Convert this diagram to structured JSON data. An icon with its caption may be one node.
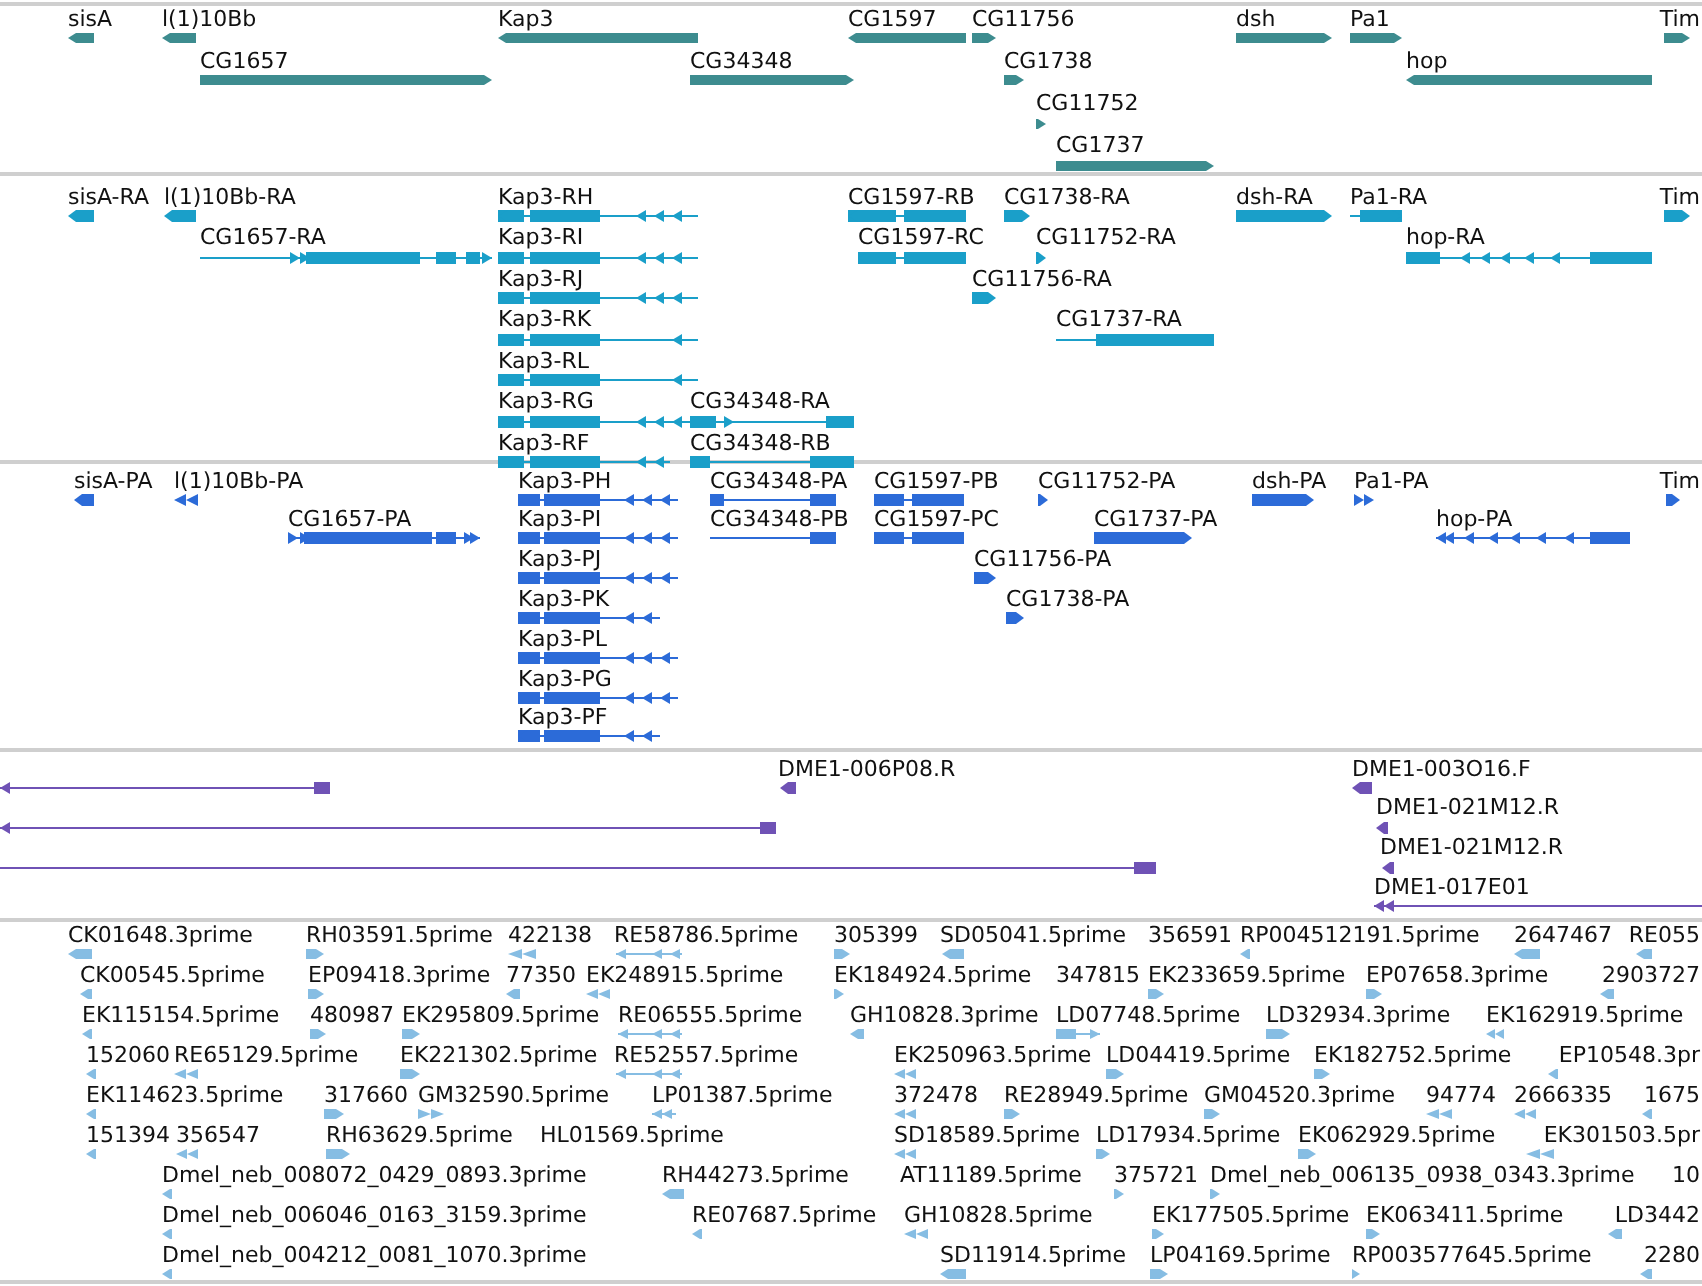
{
  "diagram": {
    "labels": [
      "sisA",
      "l(1)10Bb",
      "Kap3",
      "CG1597",
      "CG11756",
      "dsh",
      "Pa1",
      "Tim",
      "CG1657",
      "CG34348",
      "CG1738",
      "hop",
      "CG11752",
      "CG1737",
      "sisA-RA",
      "l(1)10Bb-RA",
      "Kap3-RH",
      "CG1597-RB",
      "CG1738-RA",
      "dsh-RA",
      "Pa1-RA",
      "Tim",
      "CG1657-RA",
      "Kap3-RI",
      "CG1597-RC",
      "CG11752-RA",
      "hop-RA",
      "Kap3-RJ",
      "CG11756-RA",
      "Kap3-RK",
      "CG1737-RA",
      "Kap3-RL",
      "Kap3-RG",
      "CG34348-RA",
      "Kap3-RF",
      "CG34348-RB",
      "sisA-PA",
      "l(1)10Bb-PA",
      "Kap3-PH",
      "CG34348-PA",
      "CG1597-PB",
      "CG11752-PA",
      "dsh-PA",
      "Pa1-PA",
      "Tim",
      "CG1657-PA",
      "Kap3-PI",
      "CG34348-PB",
      "CG1597-PC",
      "CG1737-PA",
      "hop-PA",
      "Kap3-PJ",
      "CG11756-PA",
      "Kap3-PK",
      "CG1738-PA",
      "Kap3-PL",
      "Kap3-PG",
      "Kap3-PF",
      "DME1-006P08.R",
      "DME1-003O16.F",
      "DME1-021M12.R",
      "DME1-021M12.R",
      "DME1-017E01",
      "CK01648.3prime",
      "RH03591.5prime",
      "422138",
      "RE58786.5prime",
      "305399",
      "SD05041.5prime",
      "356591",
      "RP004512191.5prime",
      "2647467",
      "RE055",
      "CK00545.5prime",
      "EP09418.3prime",
      "77350",
      "EK248915.5prime",
      "EK184924.5prime",
      "347815",
      "EK233659.5prime",
      "EP07658.3prime",
      "2903727",
      "EK115154.5prime",
      "480987",
      "EK295809.5prime",
      "RE06555.5prime",
      "GH10828.3prime",
      "LD07748.5prime",
      "LD32934.3prime",
      "EK162919.5prime",
      "152060",
      "RE65129.5prime",
      "EK221302.5prime",
      "RE52557.5prime",
      "EK250963.5prime",
      "LD04419.5prime",
      "EK182752.5prime",
      "EP10548.3pr",
      "EK114623.5prime",
      "317660",
      "GM32590.5prime",
      "LP01387.5prime",
      "372478",
      "RE28949.5prime",
      "GM04520.3prime",
      "94774",
      "2666335",
      "1675",
      "151394",
      "356547",
      "RH63629.5prime",
      "HL01569.5prime",
      "SD18589.5prime",
      "LD17934.5prime",
      "EK062929.5prime",
      "EK301503.5pr",
      "Dmel_neb_008072_0429_0893.3prime",
      "RH44273.5prime",
      "AT11189.5prime",
      "375721",
      "Dmel_neb_006135_0938_0343.3prime",
      "10",
      "Dmel_neb_006046_0163_3159.3prime",
      "RE07687.5prime",
      "GH10828.5prime",
      "EK177505.5prime",
      "EK063411.5prime",
      "LD3442",
      "Dmel_neb_004212_0081_1070.3prime",
      "SD11914.5prime",
      "LP04169.5prime",
      "RP003577645.5prime",
      "2280"
    ]
  }
}
